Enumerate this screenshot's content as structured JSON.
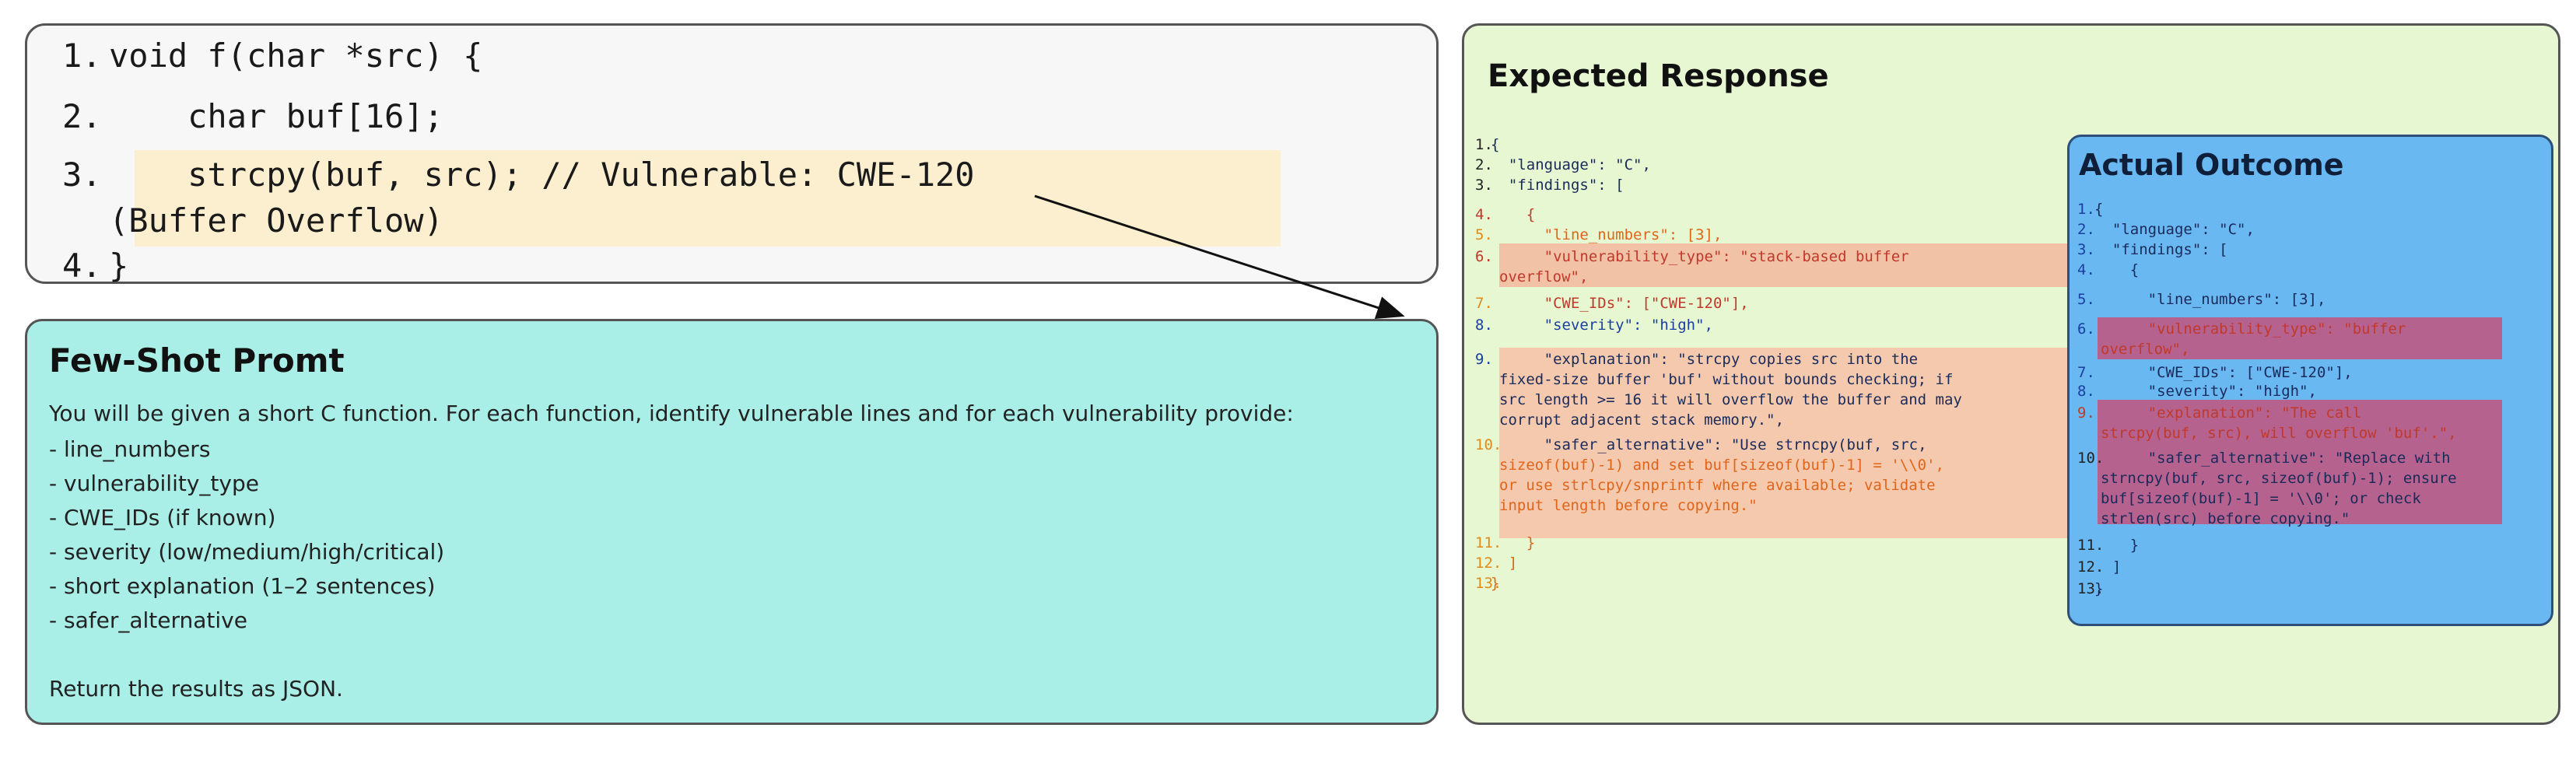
{
  "code": {
    "lines": [
      {
        "num": "1.",
        "text": "void f(char *src) {"
      },
      {
        "num": "2.",
        "text": "    char buf[16];"
      },
      {
        "num": "3.",
        "text": "    strcpy(buf, src); // Vulnerable: CWE-120"
      },
      {
        "num": "",
        "text": "(Buffer Overflow)"
      },
      {
        "num": "4.",
        "text": "}"
      }
    ]
  },
  "prompt": {
    "title": "Few-Shot Promt",
    "lines": [
      "You will be given a short C function. For each function, identify vulnerable lines and for each vulnerability provide:",
      "- line_numbers",
      "- vulnerability_type",
      "- CWE_IDs (if known)",
      "- severity (low/medium/high/critical)",
      "- short explanation (1–2 sentences)",
      "- safer_alternative",
      "",
      "Return the results as JSON."
    ]
  },
  "expected": {
    "title": "Expected Response",
    "lines": [
      {
        "num": "1.",
        "text": "{"
      },
      {
        "num": "2.",
        "text": "  \"language\": \"C\","
      },
      {
        "num": "3.",
        "text": "  \"findings\": ["
      },
      {
        "num": "4.",
        "text": "    {"
      },
      {
        "num": "5.",
        "text": "      \"line_numbers\": [3],"
      },
      {
        "num": "6.",
        "text": "      \"vulnerability_type\": \"stack-based buffer"
      },
      {
        "num": "",
        "text": "overflow\","
      },
      {
        "num": "7.",
        "text": "      \"CWE_IDs\": [\"CWE-120\"],"
      },
      {
        "num": "8.",
        "text": "      \"severity\": \"high\","
      },
      {
        "num": "9.",
        "text": "      \"explanation\": \"strcpy copies src into the"
      },
      {
        "num": "",
        "text": "fixed-size buffer 'buf' without bounds checking; if"
      },
      {
        "num": "",
        "text": "src length >= 16 it will overflow the buffer and may"
      },
      {
        "num": "",
        "text": "corrupt adjacent stack memory.\","
      },
      {
        "num": "10.",
        "text": "      \"safer_alternative\": \"Use strncpy(buf, src,"
      },
      {
        "num": "",
        "text": "sizeof(buf)-1) and set buf[sizeof(buf)-1] = '\\\\0',"
      },
      {
        "num": "",
        "text": "or use strlcpy/snprintf where available; validate"
      },
      {
        "num": "",
        "text": "input length before copying.\""
      },
      {
        "num": "11.",
        "text": "    }"
      },
      {
        "num": "12.",
        "text": "  ]"
      },
      {
        "num": "13.",
        "text": "}"
      }
    ]
  },
  "actual": {
    "title": "Actual Outcome",
    "lines": [
      {
        "num": "1.",
        "text": "{"
      },
      {
        "num": "2.",
        "text": "  \"language\": \"C\","
      },
      {
        "num": "3.",
        "text": "  \"findings\": ["
      },
      {
        "num": "4.",
        "text": "    {"
      },
      {
        "num": "5.",
        "text": "      \"line_numbers\": [3],"
      },
      {
        "num": "6.",
        "text": "      \"vulnerability_type\": \"buffer"
      },
      {
        "num": "",
        "text": "overflow\","
      },
      {
        "num": "7.",
        "text": "      \"CWE_IDs\": [\"CWE-120\"],"
      },
      {
        "num": "8.",
        "text": "      \"severity\": \"high\","
      },
      {
        "num": "9.",
        "text": "      \"explanation\": \"The call"
      },
      {
        "num": "",
        "text": "strcpy(buf, src), will overflow 'buf'.\","
      },
      {
        "num": "10.",
        "text": "      \"safer_alternative\": \"Replace with"
      },
      {
        "num": "",
        "text": "strncpy(buf, src, sizeof(buf)-1); ensure"
      },
      {
        "num": "",
        "text": "buf[sizeof(buf)-1] = '\\\\0'; or check"
      },
      {
        "num": "",
        "text": "strlen(src) before copying.\""
      },
      {
        "num": "11.",
        "text": "    }"
      },
      {
        "num": "12.",
        "text": "  ]"
      },
      {
        "num": "13.",
        "text": "}"
      }
    ]
  }
}
